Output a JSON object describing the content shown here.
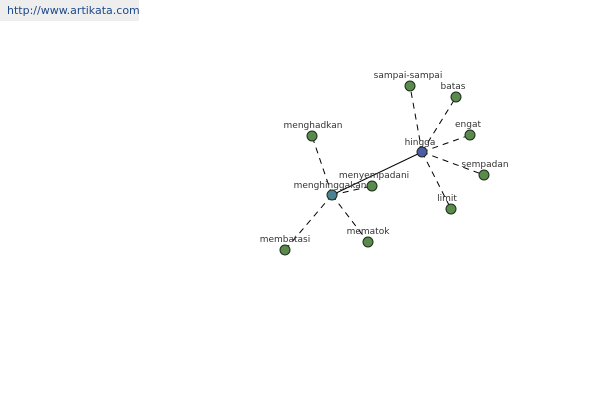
{
  "header": {
    "site_link": "http://www.artikata.com"
  },
  "colors": {
    "leaf_node": "#5a8a4c",
    "hub_node_hingga": "#4d5aa6",
    "hub_node_menghinggakan": "#4a8494",
    "node_stroke": "#1e2e1a"
  },
  "graph": {
    "nodes": [
      {
        "id": "hingga",
        "label": "hingga",
        "kind": "hub"
      },
      {
        "id": "menghinggakan",
        "label": "menghinggakan",
        "kind": "hub2"
      },
      {
        "id": "sampai-sampai",
        "label": "sampai-sampai",
        "kind": "leaf"
      },
      {
        "id": "batas",
        "label": "batas",
        "kind": "leaf"
      },
      {
        "id": "engat",
        "label": "engat",
        "kind": "leaf"
      },
      {
        "id": "sempadan",
        "label": "sempadan",
        "kind": "leaf"
      },
      {
        "id": "limit",
        "label": "limit",
        "kind": "leaf"
      },
      {
        "id": "menghadkan",
        "label": "menghadkan",
        "kind": "leaf"
      },
      {
        "id": "menyempadani",
        "label": "menyempadani",
        "kind": "leaf"
      },
      {
        "id": "membatasi",
        "label": "membatasi",
        "kind": "leaf"
      },
      {
        "id": "mematok",
        "label": "mematok",
        "kind": "leaf"
      }
    ],
    "edges": [
      {
        "from": "hingga",
        "to": "menghinggakan",
        "style": "solid"
      },
      {
        "from": "hingga",
        "to": "sampai-sampai",
        "style": "dashed"
      },
      {
        "from": "hingga",
        "to": "batas",
        "style": "dashed"
      },
      {
        "from": "hingga",
        "to": "engat",
        "style": "dashed"
      },
      {
        "from": "hingga",
        "to": "sempadan",
        "style": "dashed"
      },
      {
        "from": "hingga",
        "to": "limit",
        "style": "dashed"
      },
      {
        "from": "menghinggakan",
        "to": "menghadkan",
        "style": "dashed"
      },
      {
        "from": "menghinggakan",
        "to": "menyempadani",
        "style": "dashed"
      },
      {
        "from": "menghinggakan",
        "to": "membatasi",
        "style": "dashed"
      },
      {
        "from": "menghinggakan",
        "to": "mematok",
        "style": "dashed"
      }
    ]
  }
}
